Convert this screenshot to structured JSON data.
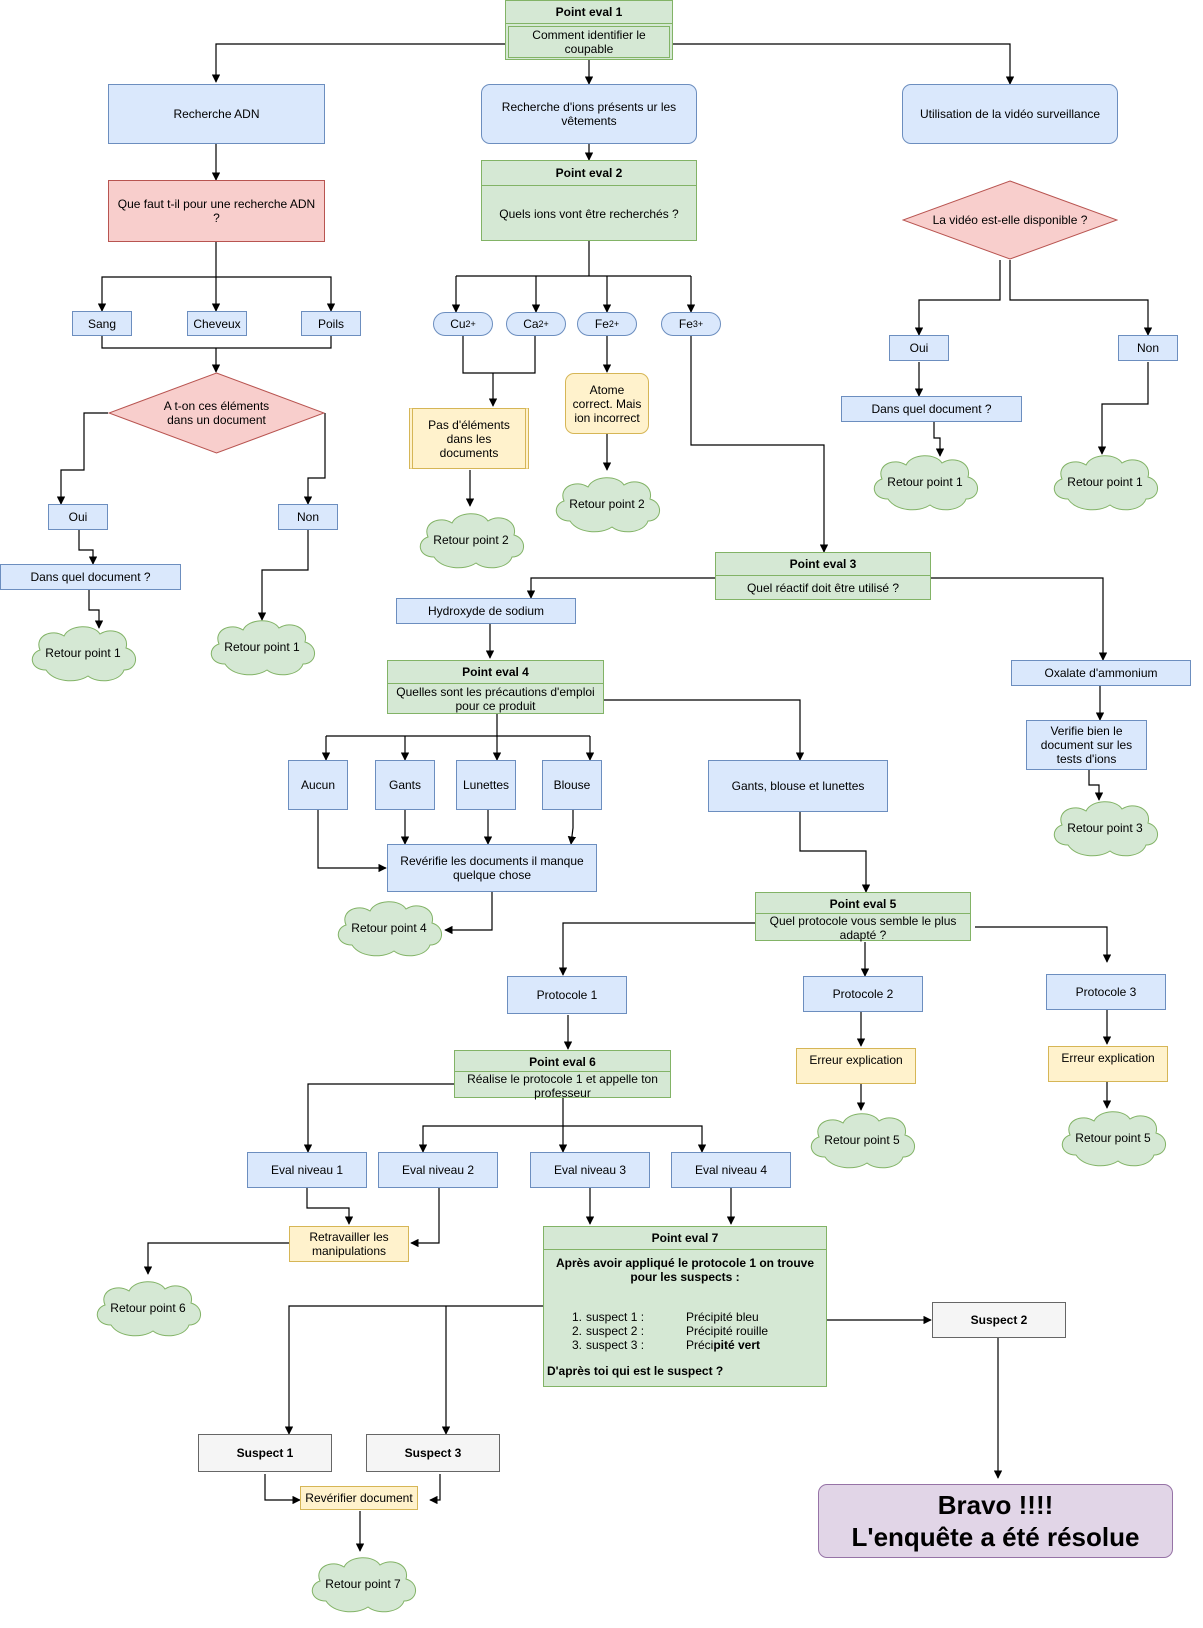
{
  "point1": {
    "title": "Point  eval 1",
    "question": "Comment identifier le coupable"
  },
  "branches": {
    "adn": "Recherche ADN",
    "ions": "Recherche d'ions présents ur les vêtements",
    "video": "Utilisation de la vidéo surveillance"
  },
  "adn": {
    "question": "Que faut t-il pour une recherche ADN ?",
    "options": [
      "Sang",
      "Cheveux",
      "Poils"
    ],
    "diamond": "A t-on ces éléments dans un document",
    "oui": "Oui",
    "non": "Non",
    "dans_doc": "Dans quel document ?",
    "retour_oui": "Retour point 1",
    "retour_non": "Retour point 1"
  },
  "point2": {
    "title": "Point eval 2",
    "question": "Quels ions vont être recherchés ?"
  },
  "ions": [
    {
      "base": "Cu",
      "sup": "2+"
    },
    {
      "base": "Ca",
      "sup": "2+"
    },
    {
      "base": "Fe",
      "sup": "2+"
    },
    {
      "base": "Fe",
      "sup": "3+"
    }
  ],
  "ions_feedback": {
    "pas_elements": "Pas d'éléments dans les documents",
    "retour_cu_ca": "Retour point 2",
    "atome": "Atome correct. Mais ion incorrect",
    "retour_fe2": "Retour point 2"
  },
  "video": {
    "diamond": "La vidéo est-elle disponible ?",
    "oui": "Oui",
    "non": "Non",
    "dans_doc": "Dans quel document ?",
    "retour_oui": "Retour point 1",
    "retour_non": "Retour point 1"
  },
  "point3": {
    "title": "Point eval 3",
    "question": "Quel réactif doit être utilisé ?"
  },
  "reactifs": {
    "hydroxyde": "Hydroxyde de sodium",
    "oxalate": "Oxalate d'ammonium",
    "verifie": "Verifie bien le document sur les tests d'ions",
    "retour3": "Retour point 3"
  },
  "point4": {
    "title": "Point eval 4",
    "question": "Quelles sont les précautions d'emploi pour ce produit"
  },
  "precautions": {
    "items": [
      "Aucun",
      "Gants",
      "Lunettes",
      "Blouse"
    ],
    "all": "Gants, blouse et lunettes",
    "reverifie": "Revérifie les documents il manque quelque chose",
    "retour4": "Retour point 4"
  },
  "point5": {
    "title": "Point eval 5",
    "question": "Quel protocole vous semble le plus adapté ?"
  },
  "protocoles": {
    "p1": "Protocole 1",
    "p2": "Protocole 2",
    "p3": "Protocole 3",
    "erreur2": "Erreur explication",
    "erreur3": "Erreur explication",
    "retour5a": "Retour point 5",
    "retour5b": "Retour point 5"
  },
  "point6": {
    "title": "Point eval 6",
    "question": "Réalise le protocole 1 et appelle ton professeur"
  },
  "evals": {
    "items": [
      "Eval niveau 1",
      "Eval niveau 2",
      "Eval niveau 3",
      "Eval niveau 4"
    ],
    "retravailler": "Retravailler les manipulations",
    "retour6": "Retour point 6"
  },
  "point7": {
    "title": "Point eval 7",
    "intro": "Après avoir appliqué  le protocole 1 on trouve pour les suspects :",
    "rows": [
      {
        "num": "1.",
        "label": "suspect 1 :",
        "result_a": "Précipité bleu",
        "result_b": ""
      },
      {
        "num": "2.",
        "label": "suspect 2 :",
        "result_a": "Précipité rouille",
        "result_b": ""
      },
      {
        "num": "3.",
        "label": "suspect 3 :",
        "result_a": "Préci",
        "result_b": "pité vert"
      }
    ],
    "question": "D'après toi qui est le suspect ?"
  },
  "suspects": {
    "s1": "Suspect 1",
    "s2": "Suspect 2",
    "s3": "Suspect 3",
    "reverifier": "Revérifier document",
    "retour7": "Retour point 7"
  },
  "bravo": {
    "line1": "Bravo !!!!",
    "line2": "L'enquête a été résolue"
  }
}
